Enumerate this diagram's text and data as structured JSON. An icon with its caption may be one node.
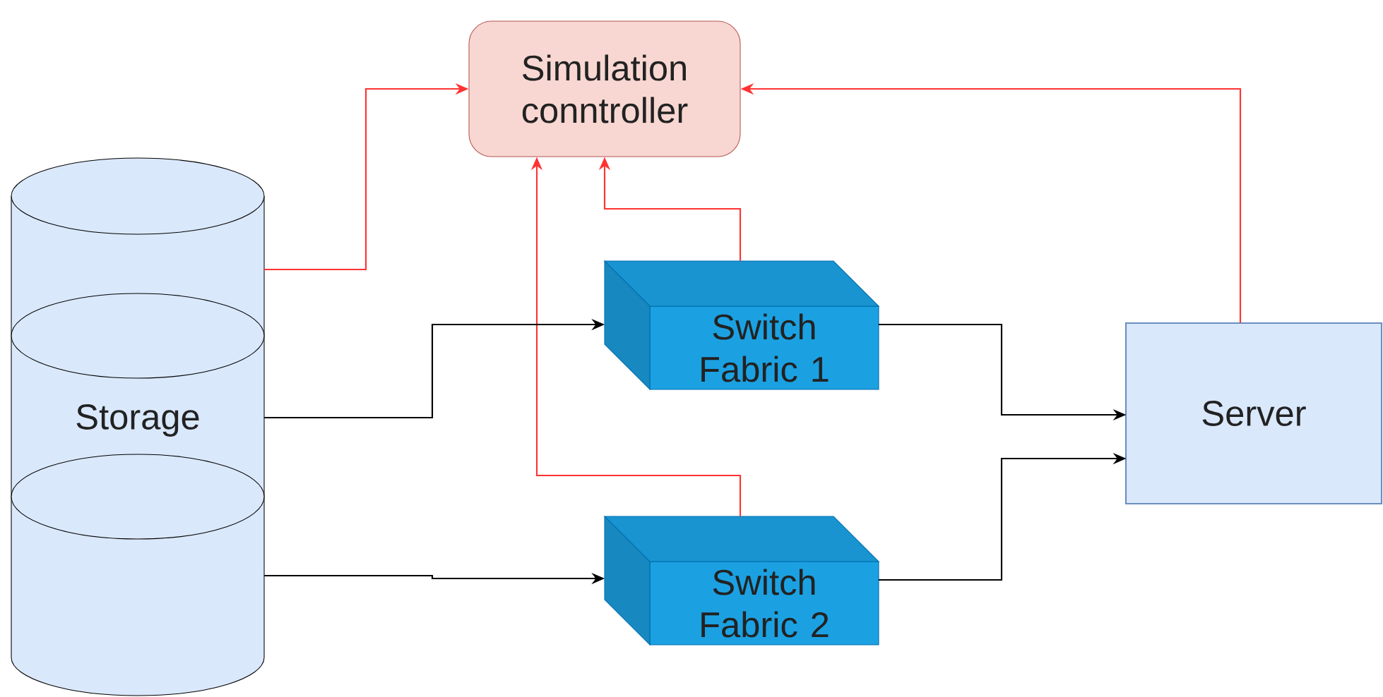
{
  "diagram": {
    "nodes": [
      {
        "text": [
          "Simulation conntroller"
        ]
      },
      {
        "text": [
          "Storage"
        ]
      },
      {
        "text": [
          "Switch Fabric 1"
        ]
      },
      {
        "text": [
          "Switch Fabric 2"
        ]
      },
      {
        "text": [
          "Server"
        ]
      }
    ],
    "edges": [
      {
        "from": 1,
        "to": 0,
        "arrow": "to",
        "color": "#ff3333"
      },
      {
        "from": 2,
        "to": 0,
        "arrow": "to",
        "color": "#ff3333"
      },
      {
        "from": 3,
        "to": 0,
        "arrow": "to",
        "color": "#ff3333"
      },
      {
        "from": 4,
        "to": 0,
        "arrow": "to",
        "color": "#ff3333"
      },
      {
        "from": 1,
        "to": 2,
        "arrow": "to",
        "color": "#000000"
      },
      {
        "from": 1,
        "to": 3,
        "arrow": "to",
        "color": "#000000"
      },
      {
        "from": 2,
        "to": 4,
        "arrow": "to",
        "color": "#000000"
      },
      {
        "from": 3,
        "to": 4,
        "arrow": "to",
        "color": "#000000"
      }
    ]
  }
}
